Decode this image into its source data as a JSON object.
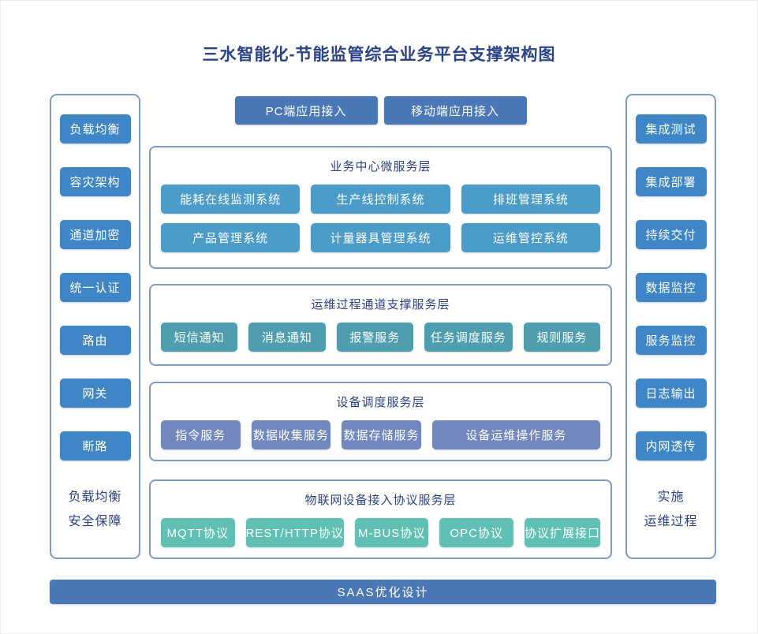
{
  "title": "三水智能化-节能监管综合业务平台支撑架构图",
  "top_access": {
    "pc_label": "PC端应用接入",
    "mobile_label": "移动端应用接入"
  },
  "left_rail": {
    "items": [
      "负载均衡",
      "容灾架构",
      "通道加密",
      "统一认证",
      "路由",
      "网关",
      "断路"
    ],
    "footer_line1": "负载均衡",
    "footer_line2": "安全保障"
  },
  "right_rail": {
    "items": [
      "集成测试",
      "集成部署",
      "持续交付",
      "数据监控",
      "服务监控",
      "日志输出",
      "内网透传"
    ],
    "footer_line1": "实施",
    "footer_line2": "运维过程"
  },
  "layers": {
    "business": {
      "title": "业务中心微服务层",
      "row1": [
        "能耗在线监测系统",
        "生产线控制系统",
        "排班管理系统"
      ],
      "row2": [
        "产品管理系统",
        "计量器具管理系统",
        "运维管控系统"
      ]
    },
    "channel": {
      "title": "运维过程通道支撑服务层",
      "items": [
        "短信通知",
        "消息通知",
        "报警服务",
        "任务调度服务",
        "规则服务"
      ]
    },
    "device": {
      "title": "设备调度服务层",
      "items": [
        "指令服务",
        "数据收集服务",
        "数据存储服务",
        "设备运维操作服务"
      ]
    },
    "iot": {
      "title": "物联网设备接入协议服务层",
      "items": [
        "MQTT协议",
        "REST/HTTP协议",
        "M-BUS协议",
        "OPC协议",
        "协议扩展接口"
      ]
    }
  },
  "bottom_bar": {
    "label": "SAAS优化设计"
  },
  "colors": {
    "title_text": "#2b4387",
    "rail_button": "#3e86c5",
    "access_button": "#4a77b5",
    "business_box": "#4b9cc8",
    "channel_box": "#4f9eaf",
    "device_box": "#7187be",
    "iot_box": "#5fc0b3",
    "panel_border": "#7d9cc0",
    "bottom_bar": "#4a77b5"
  }
}
